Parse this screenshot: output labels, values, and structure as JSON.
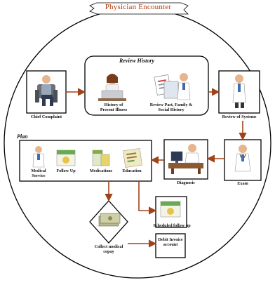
{
  "title": "Physician Encounter",
  "review_group": {
    "title": "Review History",
    "history_label": "History of Present Illness",
    "past_label": "Review Past, Family & Social History"
  },
  "steps": {
    "chief_complaint": "Chief Complaint",
    "review_systems": "Review of Systems",
    "exam": "Exam",
    "diagnosis": "Diagnosis",
    "scheduled_followup": "Scheduled follow up",
    "collect_copay": "Collect medical copay",
    "debit_account": "Debit Invoice account"
  },
  "plan_group": {
    "title": "Plan",
    "items": [
      "Medical Service",
      "Follow Up",
      "Medications",
      "Education"
    ]
  },
  "colors": {
    "title": "#b03a10",
    "arrow": "#a0421a",
    "outline": "#000000"
  }
}
